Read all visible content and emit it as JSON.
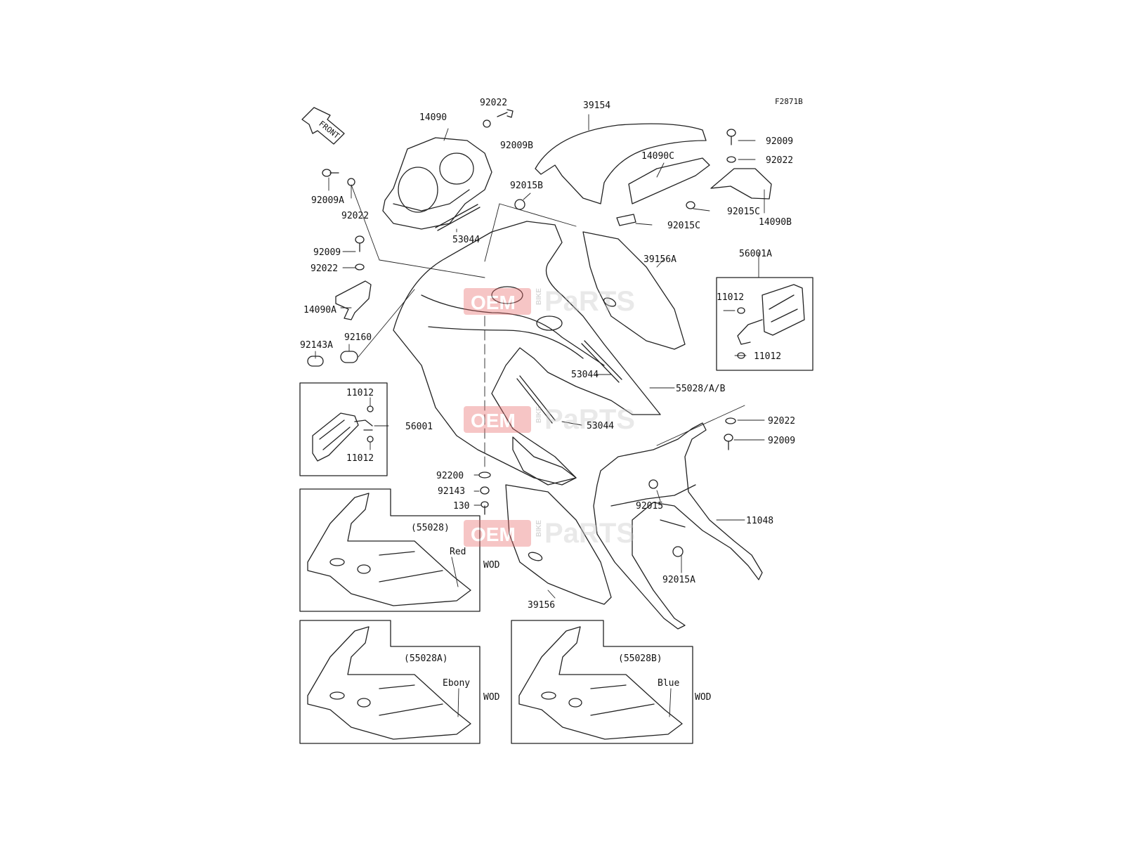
{
  "diagram": {
    "code": "F2871B",
    "front_arrow": "FRONT",
    "watermark": {
      "left": "OEM",
      "mid": "BIKE",
      "right": "PaRTS"
    },
    "parts": {
      "p14090": "14090",
      "p92022_top": "92022",
      "p92009B": "92009B",
      "p39154": "39154",
      "p92009_tr": "92009",
      "p92022_tr": "92022",
      "p14090C": "14090C",
      "p92015C_a": "92015C",
      "p92015C_b": "92015C",
      "p14090B": "14090B",
      "p92009A": "92009A",
      "p92022_l": "92022",
      "p92015B": "92015B",
      "p53044_top": "53044",
      "p92009_l": "92009",
      "p92022_l2": "92022",
      "p14090A": "14090A",
      "p39156A": "39156A",
      "p56001A": "56001A",
      "p11012_r1": "11012",
      "p11012_r2": "11012",
      "p92143A": "92143A",
      "p92160": "92160",
      "p53044_mid": "53044",
      "p55028AB": "55028/A/B",
      "p11012_l1": "11012",
      "p56001": "56001",
      "p11012_l2": "11012",
      "p53044_low": "53044",
      "p92022_r": "92022",
      "p92009_r": "92009",
      "p92200": "92200",
      "p92143": "92143",
      "p130": "130",
      "p92015": "92015",
      "p11048": "11048",
      "p92015A": "92015A",
      "p39156": "39156"
    },
    "variants": [
      {
        "code": "(55028)",
        "color": "Red",
        "wod": "WOD"
      },
      {
        "code": "(55028A)",
        "color": "Ebony",
        "wod": "WOD"
      },
      {
        "code": "(55028B)",
        "color": "Blue",
        "wod": "WOD"
      }
    ]
  }
}
